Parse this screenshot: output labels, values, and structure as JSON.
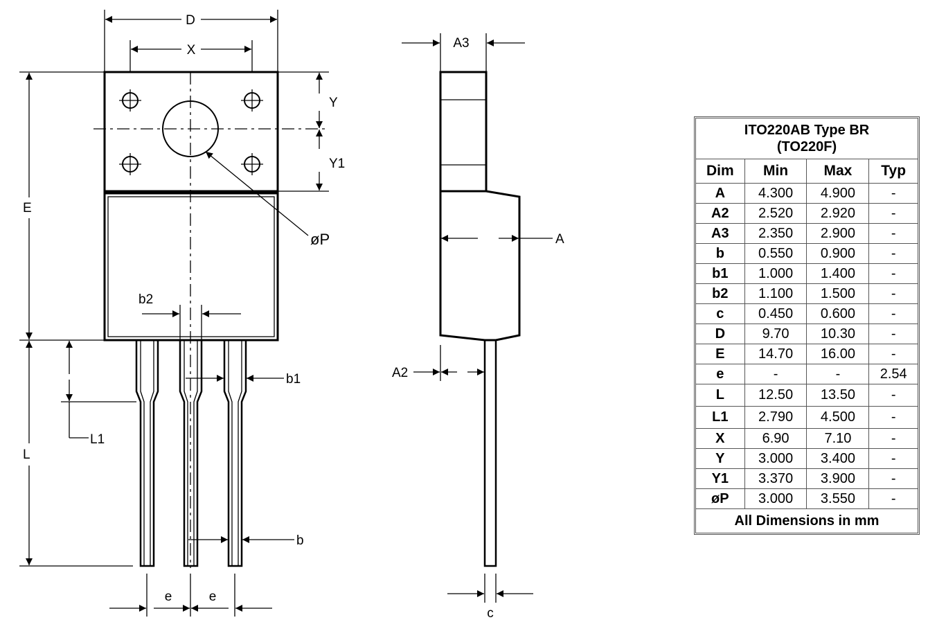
{
  "labels": {
    "D": "D",
    "X": "X",
    "A3": "A3",
    "Y": "Y",
    "Y1": "Y1",
    "E": "E",
    "P": "øP",
    "A": "A",
    "b2": "b2",
    "A2": "A2",
    "b1": "b1",
    "L1": "L1",
    "L": "L",
    "b": "b",
    "e1": "e",
    "e2": "e",
    "c": "c"
  },
  "table": {
    "title_line1": "ITO220AB Type BR",
    "title_line2": "(TO220F)",
    "headers": [
      "Dim",
      "Min",
      "Max",
      "Typ"
    ],
    "rows": [
      [
        "A",
        "4.300",
        "4.900",
        "-"
      ],
      [
        "A2",
        "2.520",
        "2.920",
        "-"
      ],
      [
        "A3",
        "2.350",
        "2.900",
        "-"
      ],
      [
        "b",
        "0.550",
        "0.900",
        "-"
      ],
      [
        "b1",
        "1.000",
        "1.400",
        "-"
      ],
      [
        "b2",
        "1.100",
        "1.500",
        "-"
      ],
      [
        "c",
        "0.450",
        "0.600",
        "-"
      ],
      [
        "D",
        "9.70",
        "10.30",
        "-"
      ],
      [
        "E",
        "14.70",
        "16.00",
        "-"
      ],
      [
        "e",
        "-",
        "-",
        "2.54"
      ],
      [
        "L",
        "12.50",
        "13.50",
        "-"
      ],
      [
        "L1",
        "2.790",
        "4.500",
        "-"
      ],
      [
        "X",
        "6.90",
        "7.10",
        "-"
      ],
      [
        "Y",
        "3.000",
        "3.400",
        "-"
      ],
      [
        "Y1",
        "3.370",
        "3.900",
        "-"
      ],
      [
        "øP",
        "3.000",
        "3.550",
        "-"
      ]
    ],
    "footer": "All Dimensions in mm"
  }
}
